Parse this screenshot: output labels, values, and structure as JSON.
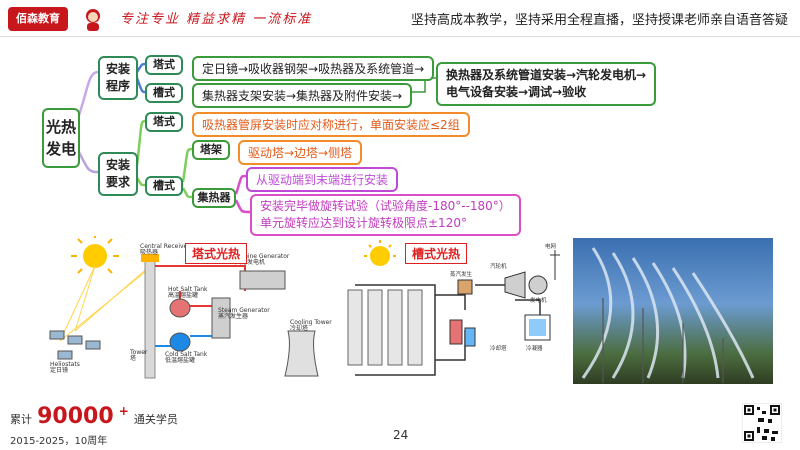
{
  "header": {
    "logo": "佰森教育",
    "slogan": "专注专业 精益求精 一流标准",
    "right_text": "坚持高成本教学，坚持采用全程直播，坚持授课老师亲自语音答疑"
  },
  "mindmap": {
    "root": "光热\n发电",
    "install_process": {
      "label": "安装\n程序",
      "tower": {
        "label": "塔式",
        "text": "定日镜→吸收器钢架→吸热器及系统管道→"
      },
      "trough": {
        "label": "槽式",
        "text": "集热器支架安装→集热器及附件安装→"
      },
      "merge": "换热器及系统管道安装→汽轮发电机→\n电气设备安装→调试→验收"
    },
    "install_requirements": {
      "label": "安装\n要求",
      "tower": {
        "label": "塔式",
        "text": "吸热器管屏安装时应对称进行，单面安装应≤2组"
      },
      "trough": {
        "label": "槽式",
        "tower_frame": {
          "label": "塔架",
          "text": "驱动塔→边塔→侧塔"
        },
        "collector": {
          "label": "集热器",
          "text1": "从驱动端到末端进行安装",
          "text2": "安装完毕做旋转试验（试验角度-180°--180°）\n单元旋转应达到设计旋转极限点±120°"
        }
      }
    }
  },
  "images": {
    "tower_diagram": {
      "title": "塔式光热",
      "labels": {
        "central_receiver": "Central Receiver\n吸热器",
        "turbine_generator": "Turbine Generator\n汽轮发电机",
        "hot_salt_tank": "Hot Salt Tank\n高温熔盐罐",
        "steam_generator": "Steam Generator\n蒸汽发生器",
        "cold_salt_tank": "Cold Salt Tank\n低温熔盐罐",
        "tower": "Tower\n塔",
        "cooling_tower": "Cooling Tower\n冷却塔",
        "heliostats": "Heliostats\n定日镜"
      }
    },
    "trough_diagram": {
      "title": "槽式光热",
      "labels": {
        "turbine": "汽轮机",
        "grid": "电网",
        "heat_exchanger": "蒸汽发生",
        "generator": "发电机",
        "condenser": "冷凝器",
        "cooling": "冷却塔"
      }
    },
    "photo": {
      "alt": "槽式集热器阵列实景照片"
    }
  },
  "footer": {
    "stat_prefix": "累计",
    "stat_number": "90000",
    "stat_plus": "+",
    "stat_suffix": "通关学员",
    "years": "2015-2025，10周年",
    "page": "24"
  },
  "colors": {
    "brand_red": "#c8161d",
    "node_green": "#3a9b3a",
    "orange": "#f28c28",
    "purple": "#c04ad8"
  }
}
